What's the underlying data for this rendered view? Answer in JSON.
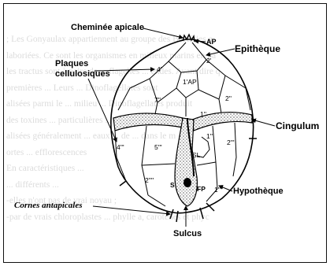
{
  "background_text": [
    "; Les Gonyaulax appartiennent au groupe des Bactéries a",
    "laboriées. Ce sont les organismes en milieux marins en pa",
    "les tractus sont à paire de ... flagelles ... endes. Avant dire q",
    "premières ... Leurs ... Dinoflagellates sont",
    "alisées parmi le ... milieu ... Dinoflagellates produit",
    "des toxines ... particulières ... espèces",
    "alisées généralement ... eaux ... de ... dans le m",
    "ortes ... efflorescences",
    "En caractéristiques ... ",
    "... différents ...",
    "-elles n'ont pas de vrai noyau ;",
    "-par de vrais chloroplastes ... phylle a, carotènes et phyc"
  ],
  "labels": {
    "cheminee": "Cheminée apicale",
    "ap": "AP",
    "epitheque": "Epithèque",
    "plaques": "Plaques",
    "cellulosiques": "cellulosiques",
    "cingulum": "Cingulum",
    "hypotheque": "Hypothèque",
    "cornes": "Cornes antapicales",
    "sulcus": "Sulcus"
  },
  "plates": {
    "p4p": "4'",
    "p2p": "2'",
    "p1ap": "1'AP",
    "p7pp": "7''",
    "p2pp": "2''",
    "p1pp": "1''",
    "p4ppp": "4'''",
    "p5ppp": "5'''",
    "p1ppp": "1'''",
    "p2ppp": "2'''",
    "p2pppp": "2''''",
    "sl": "SL",
    "s": "S",
    "fp": "FP",
    "p1pppp": "1''''"
  }
}
